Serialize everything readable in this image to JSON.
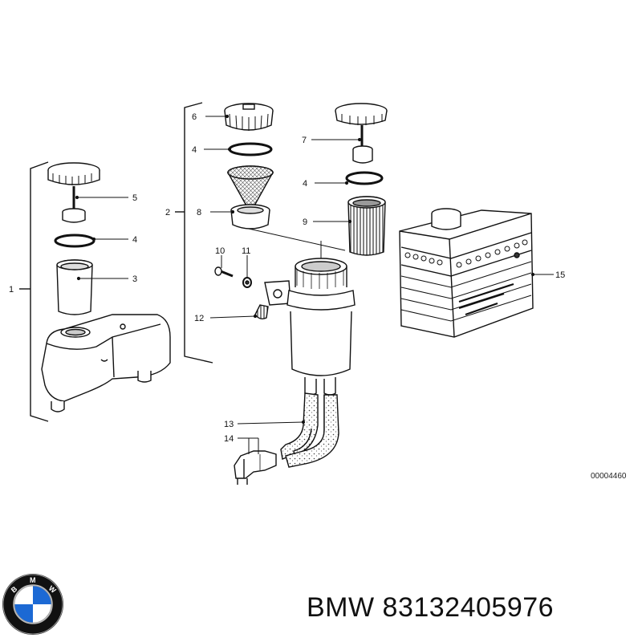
{
  "diagram": {
    "labels": {
      "l1": "1",
      "l2": "2",
      "l3": "3",
      "l4a": "4",
      "l4b": "4",
      "l4c": "4",
      "l5": "5",
      "l6": "6",
      "l7": "7",
      "l8": "8",
      "l9": "9",
      "l10": "10",
      "l11": "11",
      "l12": "12",
      "l13": "13",
      "l14": "14",
      "l15": "15"
    },
    "reference": "00004460"
  },
  "caption": {
    "brand": "BMW",
    "part_number": "83132405976"
  },
  "logo": {
    "icon": "bmw-roundel-icon",
    "letters": "BMW",
    "colors": {
      "blue": "#1c69d4",
      "ring": "#111111"
    }
  }
}
